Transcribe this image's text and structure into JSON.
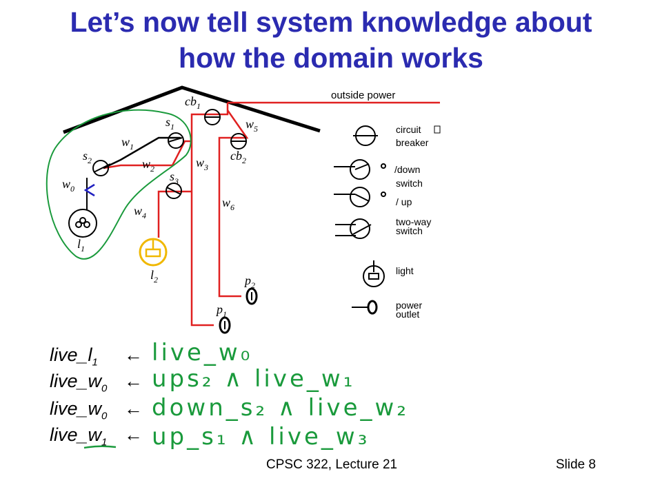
{
  "title": {
    "line1": "Let’s now tell system knowledge about",
    "line2": "how the domain works"
  },
  "diagram": {
    "outside_power": "outside power",
    "labels": {
      "cb1": "cb",
      "cb1_sub": "1",
      "s1": "s",
      "s1_sub": "1",
      "s2": "s",
      "s2_sub": "2",
      "s3": "s",
      "s3_sub": "3",
      "w0": "w",
      "w0_sub": "0",
      "w1": "w",
      "w1_sub": "1",
      "w2": "w",
      "w2_sub": "2",
      "w3": "w",
      "w3_sub": "3",
      "w4": "w",
      "w4_sub": "4",
      "w5": "w",
      "w5_sub": "5",
      "w6": "w",
      "w6_sub": "6",
      "cb2": "cb",
      "cb2_sub": "2",
      "l1": "l",
      "l1_sub": "1",
      "l2": "l",
      "l2_sub": "2",
      "p1": "p",
      "p1_sub": "1",
      "p2": "p",
      "p2_sub": "2"
    },
    "legend": {
      "circuit": "circuit",
      "breaker": "breaker",
      "down": "/down",
      "switch": "switch",
      "up": "/ up",
      "two_way": "two-way",
      "two_way_switch": "switch",
      "light": "light",
      "power": "power",
      "outlet": "outlet"
    }
  },
  "rules": [
    {
      "lhs": "live_l",
      "sub": "1",
      "arrow": "←",
      "body": "live_w₀"
    },
    {
      "lhs": "live_w",
      "sub": "0",
      "arrow": "←",
      "body": "ups₂ ∧ live_w₁"
    },
    {
      "lhs": "live_w",
      "sub": "0",
      "arrow": "←",
      "body": "down_s₂ ∧ live_w₂"
    },
    {
      "lhs": "live_w",
      "sub": "1",
      "arrow": "←",
      "body": "up_s₁ ∧ live_w₃"
    }
  ],
  "footer": {
    "course": "CPSC 322, Lecture 21",
    "slide": "Slide 8"
  },
  "colors": {
    "title": "#2b2bb0",
    "wire": "#e02020",
    "handwriting": "#1a9a3c",
    "annotation": "#2020c0",
    "light_l2": "#f0b800"
  }
}
